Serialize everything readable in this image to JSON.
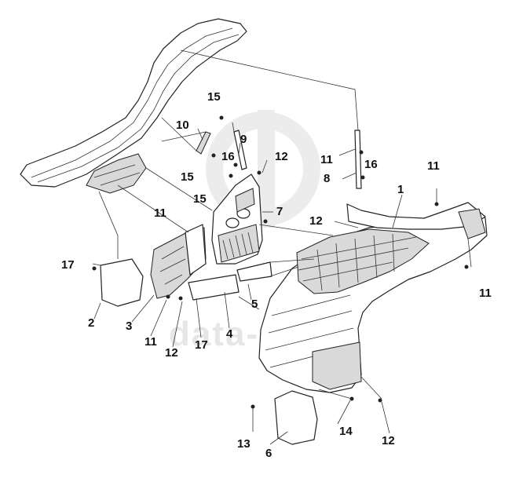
{
  "watermark": "data-semi",
  "callouts": [
    {
      "id": "c1",
      "label": "1"
    },
    {
      "id": "c2",
      "label": "2"
    },
    {
      "id": "c3",
      "label": "3"
    },
    {
      "id": "c4",
      "label": "4"
    },
    {
      "id": "c5",
      "label": "5"
    },
    {
      "id": "c6",
      "label": "6"
    },
    {
      "id": "c7",
      "label": "7"
    },
    {
      "id": "c8",
      "label": "8"
    },
    {
      "id": "c9",
      "label": "9"
    },
    {
      "id": "c10",
      "label": "10"
    },
    {
      "id": "c11a",
      "label": "11"
    },
    {
      "id": "c11b",
      "label": "11"
    },
    {
      "id": "c11c",
      "label": "11"
    },
    {
      "id": "c11d",
      "label": "11"
    },
    {
      "id": "c11e",
      "label": "11"
    },
    {
      "id": "c12a",
      "label": "12"
    },
    {
      "id": "c12b",
      "label": "12"
    },
    {
      "id": "c12c",
      "label": "12"
    },
    {
      "id": "c12d",
      "label": "12"
    },
    {
      "id": "c13",
      "label": "13"
    },
    {
      "id": "c14",
      "label": "14"
    },
    {
      "id": "c15a",
      "label": "15"
    },
    {
      "id": "c15b",
      "label": "15"
    },
    {
      "id": "c15c",
      "label": "15"
    },
    {
      "id": "c16a",
      "label": "16"
    },
    {
      "id": "c16b",
      "label": "16"
    },
    {
      "id": "c17a",
      "label": "17"
    },
    {
      "id": "c17b",
      "label": "17"
    }
  ]
}
